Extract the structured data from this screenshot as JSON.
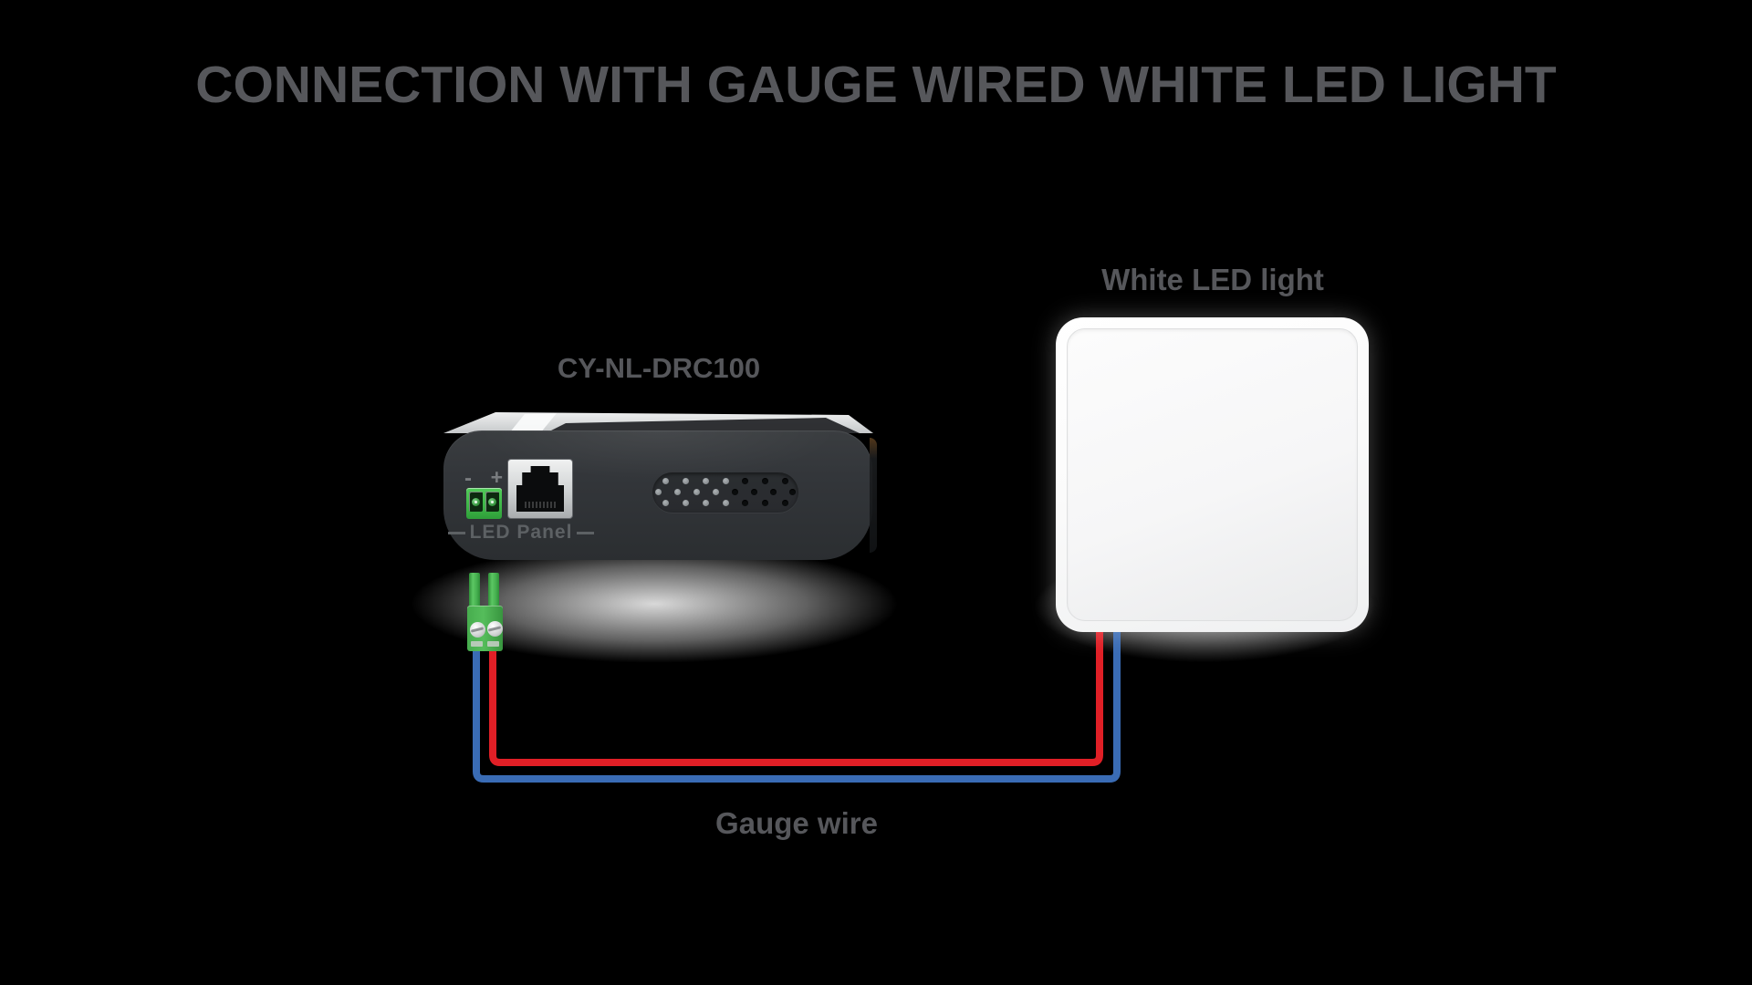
{
  "title": {
    "text": "CONNECTION WITH GAUGE WIRED WHITE LED LIGHT"
  },
  "controller": {
    "model": "CY-NL-DRC100",
    "port_label": "LED Panel",
    "terminal_minus": "-",
    "terminal_plus": "+"
  },
  "led_light": {
    "label": "White LED light"
  },
  "wire": {
    "label": "Gauge wire",
    "red_color": "#e01f26",
    "blue_color": "#3a6cb5"
  },
  "appearance": {
    "background": "#000000",
    "label_gray": "#56575b",
    "connector_green": "#46b050",
    "device_body_gray": "#33363a",
    "panel_white": "#ffffff"
  }
}
